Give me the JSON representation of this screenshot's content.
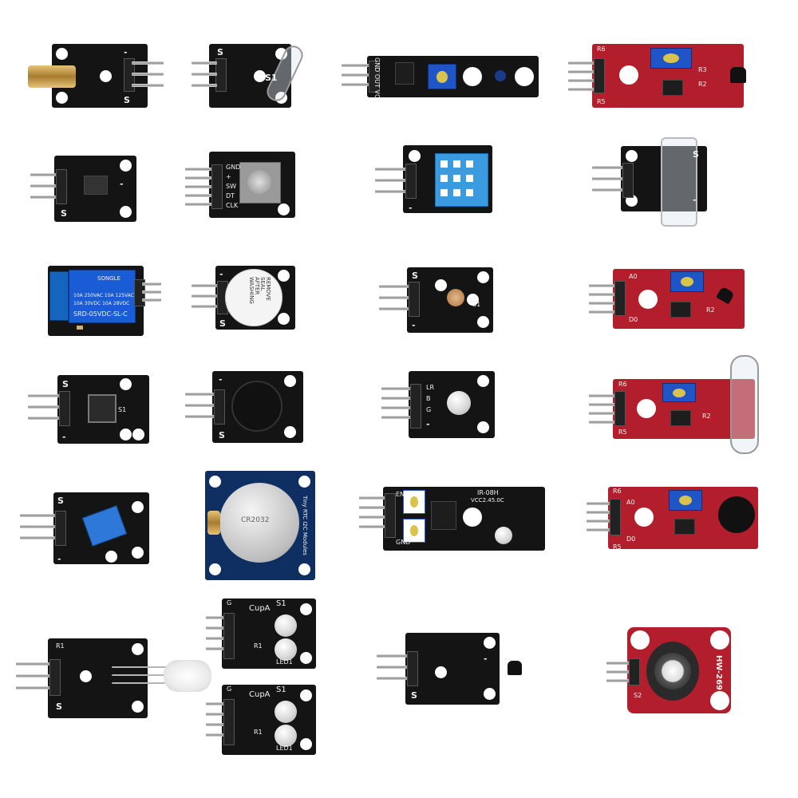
{
  "image": {
    "background_color": "#ffffff",
    "board_colors": {
      "black": "#141414",
      "red": "#b21e2b",
      "blue": "#0f2f63"
    }
  },
  "labels": {
    "s": "S",
    "minus": "-",
    "gnd": "GND",
    "plus": "+",
    "sw": "SW",
    "dt": "DT",
    "clk": "CLK",
    "r1": "R1",
    "r2": "R2",
    "r3": "R3",
    "r5": "R5",
    "r6": "R6",
    "a0": "A0",
    "d0": "D0",
    "g": "G",
    "s1": "S1",
    "lr": "LR",
    "b": "B",
    "en": "EN",
    "out": "OUT",
    "vcc": "VCC",
    "cupa": "CupA",
    "led1": "LED1",
    "s2": "S2",
    "songle": "SONGLE",
    "relay_spec1": "10A 250VAC  10A 125VAC",
    "relay_spec2": "10A 30VDC   10A 28VDC",
    "relay_model": "SRD-05VDC-SL-C",
    "buzzer_text": "REMOVE SEAL AFTER WASHING",
    "rtc_text": "Tiny RTC I2C Modules",
    "cr2032": "CR2032",
    "ir08h": "IR-08H",
    "vcc_range": "VCC2.45.0C",
    "hw269": "HW-269",
    "gnd_out_vcc": "GND OUT VCC"
  }
}
